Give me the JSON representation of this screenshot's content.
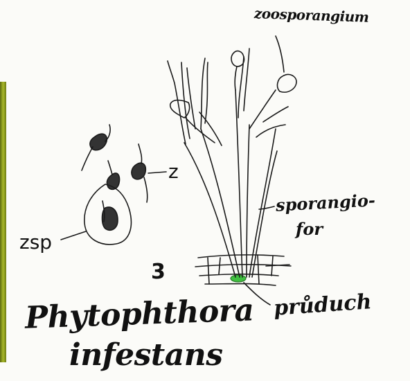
{
  "labels": {
    "zoosporangium": "zoosporangium",
    "sporangiofor_line1": "sporangio-",
    "sporangiofor_line2": "for",
    "pruduch": "průduch",
    "zoospore": "z",
    "zoosporangium_short": "zsp",
    "figure_number": "3"
  },
  "title": {
    "line1": "Phytophthora",
    "line2": "infestans"
  },
  "colors": {
    "ink": "#111111",
    "stoma_highlight": "#3fbf3f",
    "left_strip": "#8a9a1c"
  }
}
